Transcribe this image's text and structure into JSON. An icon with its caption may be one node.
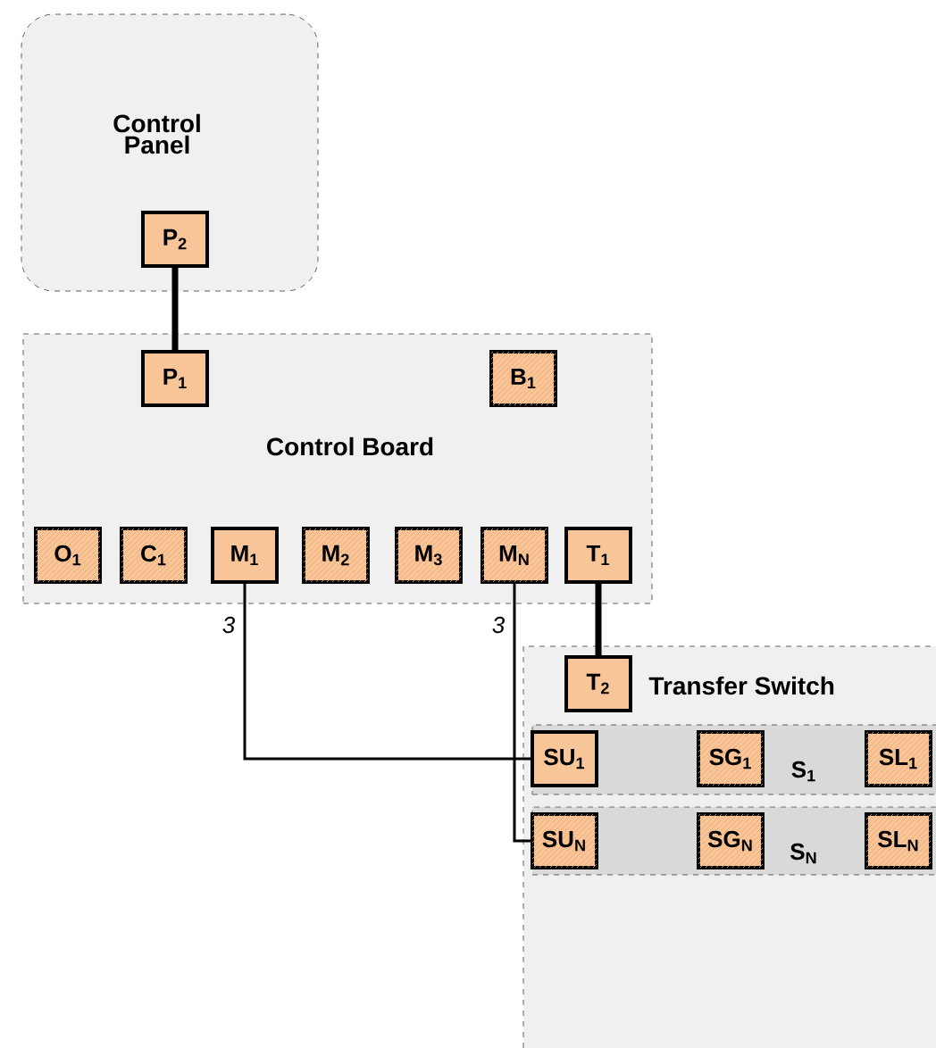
{
  "diagram": {
    "nodes": [
      {
        "text": [
          "Control Panel"
        ]
      },
      {
        "text": [
          "P$_{2}$"
        ],
        "in": 0
      },
      {
        "text": [
          "Control Board"
        ]
      },
      {
        "text": [
          "P$_{1}$"
        ],
        "in": 2
      },
      {
        "text": [
          "B$_{1}$"
        ],
        "in": 2
      },
      {
        "text": [
          "O$_{1}$"
        ],
        "in": 2
      },
      {
        "text": [
          "C$_{1}$"
        ],
        "in": 2
      },
      {
        "text": [
          "M$_{1}$"
        ],
        "in": 2
      },
      {
        "text": [
          "M$_{2}$"
        ],
        "in": 2
      },
      {
        "text": [
          "M$_{3}$"
        ],
        "in": 2
      },
      {
        "text": [
          "M$_{N}$"
        ],
        "in": 2
      },
      {
        "text": [
          "T$_{1}$"
        ],
        "in": 2
      },
      {
        "text": [
          "Transfer Switch"
        ]
      },
      {
        "text": [
          "T$_{2}$"
        ],
        "in": 12
      },
      {
        "text": [
          "S$_{1}$"
        ],
        "in": 12
      },
      {
        "text": [
          "SU$_{1}$"
        ],
        "in": 14
      },
      {
        "text": [
          "SG$_{1}$"
        ],
        "in": 14
      },
      {
        "text": [
          "SL$_{1}$"
        ],
        "in": 14
      },
      {
        "text": [
          "S$_{N}$"
        ],
        "in": 12
      },
      {
        "text": [
          "SU$_{N}$"
        ],
        "in": 18
      },
      {
        "text": [
          "SG$_{N}$"
        ],
        "in": 18
      },
      {
        "text": [
          "SL$_{N}$"
        ],
        "in": 18
      }
    ],
    "edges": [
      {
        "from": 1,
        "to": 3,
        "arrow": "none",
        "style": "thick"
      },
      {
        "from": 11,
        "to": 13,
        "arrow": "none",
        "style": "thick"
      },
      {
        "from": 7,
        "to": 15,
        "arrow": "none",
        "label": "3"
      },
      {
        "from": 10,
        "to": 19,
        "arrow": "none",
        "label": "3"
      }
    ]
  }
}
